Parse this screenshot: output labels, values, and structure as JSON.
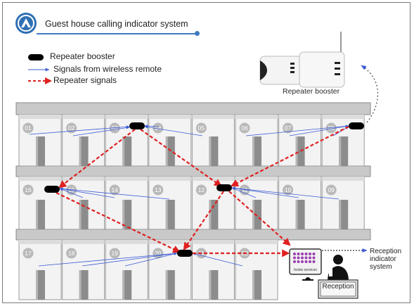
{
  "title": "Guest house calling indicator system",
  "legend": {
    "booster": "Repeater booster",
    "wireless": "Signals from wireless remote",
    "repeater": "Repeater signals"
  },
  "device_label": "Repeater booster",
  "reception_indicator_label": [
    "Reception",
    "indicator",
    "system"
  ],
  "reception_desk_label": "Reception",
  "panel_caption": "foxbix services",
  "floors": [
    {
      "level": "top",
      "rooms": [
        "01",
        "02",
        "03",
        "04",
        "05",
        "06",
        "07",
        "08"
      ]
    },
    {
      "level": "middle",
      "rooms": [
        "16",
        "15",
        "14",
        "13",
        "12",
        "11",
        "10",
        "09"
      ]
    },
    {
      "level": "bottom",
      "rooms": [
        "17",
        "18",
        "19",
        "20",
        "21",
        "22"
      ]
    }
  ],
  "colors": {
    "wireless_signal": "#3b5bd6",
    "repeater_signal": "#e02020",
    "booster": "#000000",
    "panel_lights": "#9b3fb0",
    "logo": "#2f6fb3"
  },
  "icons": [
    "logo-icon",
    "repeater-device-icon",
    "reception-panel-icon",
    "receptionist-icon"
  ]
}
